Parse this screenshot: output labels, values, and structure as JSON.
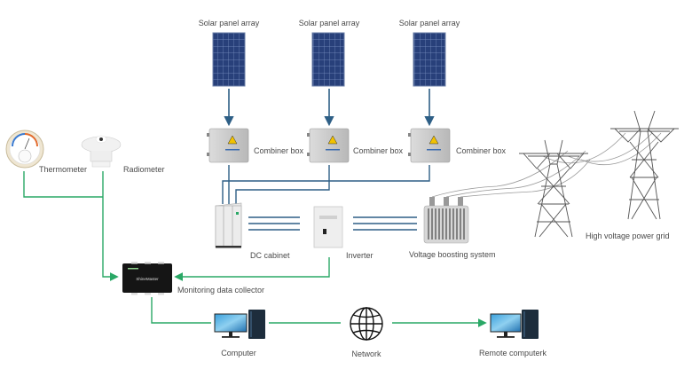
{
  "diagram": {
    "title": "Solar power plant monitoring system",
    "colors": {
      "power_line": "#2e5f86",
      "data_line": "#2aa866",
      "panel": "#28407a",
      "text": "#4a4a4a",
      "tower": "#555555"
    },
    "labels": {
      "solar_1": "Solar panel array",
      "solar_2": "Solar panel array",
      "solar_3": "Solar panel array",
      "combiner_1": "Combiner box",
      "combiner_2": "Combiner box",
      "combiner_3": "Combiner box",
      "thermometer": "Thermometer",
      "radiometer": "Radiometer",
      "dc_cabinet": "DC cabinet",
      "inverter": "Inverter",
      "voltage_boosting": "Voltage boosting system",
      "power_grid": "High voltage power grid",
      "collector": "Monitoring data collector",
      "collector_brand": "ShineMaster",
      "computer": "Computer",
      "network": "Network",
      "remote_computer": "Remote computerk"
    },
    "nodes": [
      {
        "id": "solar_1",
        "type": "solar-panel"
      },
      {
        "id": "solar_2",
        "type": "solar-panel"
      },
      {
        "id": "solar_3",
        "type": "solar-panel"
      },
      {
        "id": "combiner_1",
        "type": "combiner-box"
      },
      {
        "id": "combiner_2",
        "type": "combiner-box"
      },
      {
        "id": "combiner_3",
        "type": "combiner-box"
      },
      {
        "id": "dc_cabinet",
        "type": "cabinet"
      },
      {
        "id": "inverter",
        "type": "inverter"
      },
      {
        "id": "voltage_boosting",
        "type": "transformer"
      },
      {
        "id": "power_grid",
        "type": "transmission-towers"
      },
      {
        "id": "thermometer",
        "type": "sensor"
      },
      {
        "id": "radiometer",
        "type": "sensor"
      },
      {
        "id": "collector",
        "type": "data-logger"
      },
      {
        "id": "computer",
        "type": "computer"
      },
      {
        "id": "network",
        "type": "globe"
      },
      {
        "id": "remote_computer",
        "type": "computer"
      }
    ],
    "edges": [
      {
        "from": "solar_1",
        "to": "combiner_1",
        "kind": "power",
        "arrow": true
      },
      {
        "from": "solar_2",
        "to": "combiner_2",
        "kind": "power",
        "arrow": true
      },
      {
        "from": "solar_3",
        "to": "combiner_3",
        "kind": "power",
        "arrow": true
      },
      {
        "from": "combiner_1",
        "to": "dc_cabinet",
        "kind": "power"
      },
      {
        "from": "combiner_2",
        "to": "dc_cabinet",
        "kind": "power"
      },
      {
        "from": "combiner_3",
        "to": "dc_cabinet",
        "kind": "power"
      },
      {
        "from": "dc_cabinet",
        "to": "inverter",
        "kind": "power-3phase"
      },
      {
        "from": "inverter",
        "to": "voltage_boosting",
        "kind": "power-3phase"
      },
      {
        "from": "voltage_boosting",
        "to": "power_grid",
        "kind": "overhead"
      },
      {
        "from": "thermometer",
        "to": "collector",
        "kind": "data",
        "arrow": true
      },
      {
        "from": "radiometer",
        "to": "collector",
        "kind": "data"
      },
      {
        "from": "inverter",
        "to": "collector",
        "kind": "data",
        "arrow": true
      },
      {
        "from": "collector",
        "to": "computer",
        "kind": "data"
      },
      {
        "from": "computer",
        "to": "network",
        "kind": "data"
      },
      {
        "from": "network",
        "to": "remote_computer",
        "kind": "data",
        "arrow": true
      }
    ]
  }
}
